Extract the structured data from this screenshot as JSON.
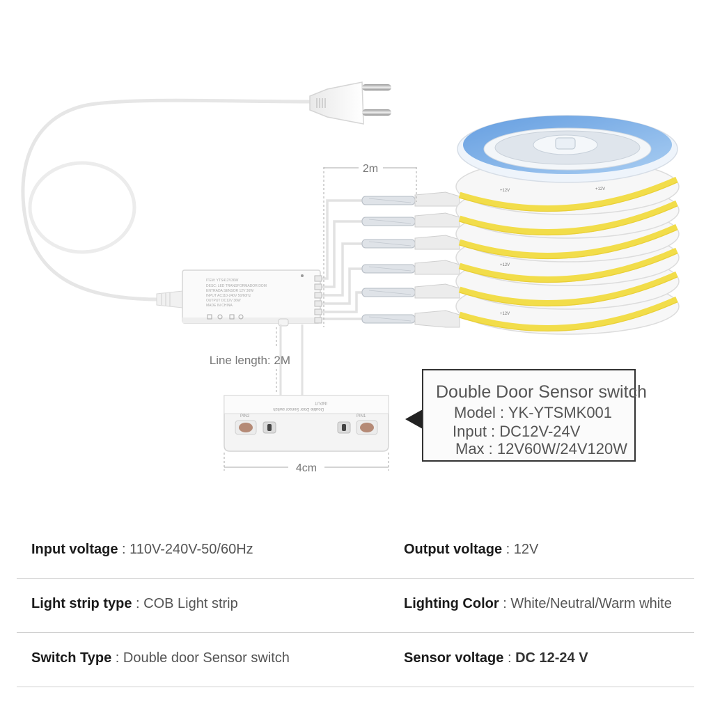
{
  "diagram": {
    "dimension_strip_length": "2m",
    "dimension_line_length": "Line length: 2M",
    "dimension_sensor_width": "4cm",
    "callout": {
      "title": "Double Door Sensor switch",
      "model": "Model : YK-YTSMK001",
      "input": "Input : DC12V-24V",
      "max": "Max : 12V60W/24V120W"
    },
    "strip_label": "+12V",
    "strip_color": "#f2dd4a",
    "reel_color": "#6fa8e6"
  },
  "specs": [
    {
      "left": {
        "label": "Input voltage",
        "sep": " : ",
        "value": "110V-240V-50/60Hz"
      },
      "right": {
        "label": "Output voltage",
        "sep": " : ",
        "value": "12V"
      }
    },
    {
      "left": {
        "label": "Light strip type",
        "sep": " : ",
        "value": "COB Light strip"
      },
      "right": {
        "label": "Lighting Color",
        "sep": " : ",
        "value": "White/Neutral/Warm white"
      }
    },
    {
      "left": {
        "label": "Switch Type",
        "sep": " : ",
        "value": "Double door Sensor switch"
      },
      "right": {
        "label": "Sensor voltage",
        "sep": " : ",
        "value": "DC 12-24 V"
      }
    }
  ]
}
